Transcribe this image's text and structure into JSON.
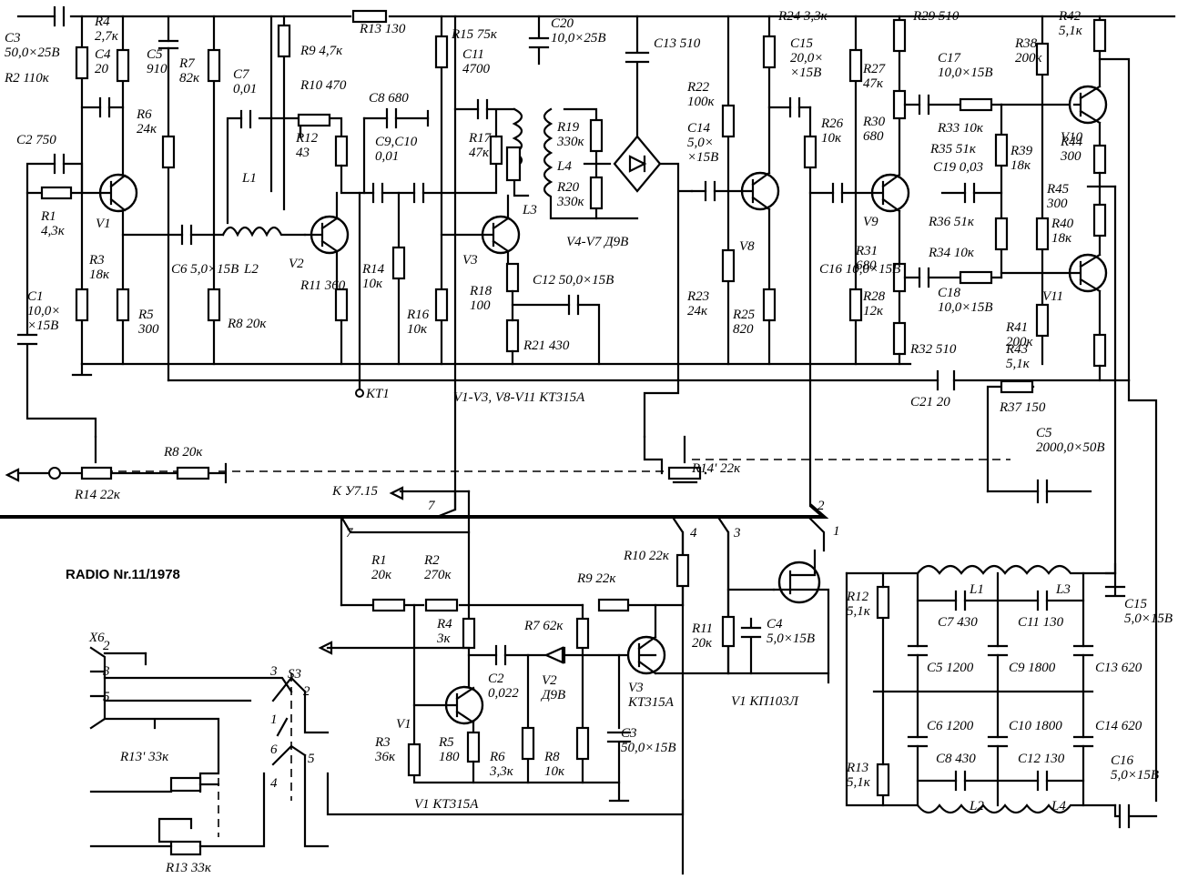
{
  "caption": "RADIO Nr.11/1978",
  "connector": "X6",
  "output_label": "К У7.15",
  "test_point": "КТ1",
  "transistor_notes": {
    "upper": "V1-V3, V8-V11  КТ315А",
    "lower": "V1  КТ315А"
  },
  "upper_components": {
    "C3": "C3\n50,0×25В",
    "R4": "R4\n2,7к",
    "C4": "C4\n20",
    "C5": "C5\n910",
    "R7": "R7\n82к",
    "C7": "C7\n0,01",
    "R9": "R9 4,7к",
    "R13": "R13 130",
    "R2": "R2 110к",
    "R6": "R6\n24к",
    "R10": "R10 470",
    "C8": "C8 680",
    "C2": "C2 750",
    "L1": "L1",
    "R12": "R12\n43",
    "C9": "C9,C10\n0,01",
    "R1": "R1\n4,3к",
    "V1": "V1",
    "L2": "L2",
    "V2": "V2",
    "C6": "C6 5,0×15В",
    "R3": "R3\n18к",
    "R5": "R5\n300",
    "R8": "R8 20к",
    "R11": "R11 360",
    "C1": "C1\n10,0×\n×15В",
    "R14": "R14\n10к",
    "R16": "R16\n10к",
    "R15": "R15 75к",
    "C11": "C11\n4700",
    "R17": "R17\n47к",
    "L3": "L3",
    "V3": "V3",
    "R18": "R18\n100",
    "C12": "C12 50,0×15В",
    "R21": "R21 430",
    "C20": "C20\n10,0×25В",
    "C13": "C13 510",
    "R19": "R19\n330к",
    "L4": "L4",
    "R20": "R20\n330к",
    "V4V7": "V4-V7 Д9В",
    "R22": "R22\n100к",
    "C14": "C14\n5,0×\n×15В",
    "V8": "V8",
    "R23": "R23\n24к",
    "R25": "R25\n820",
    "R24": "R24 3,3к",
    "C15": "C15\n20,0×\n×15В",
    "R26": "R26\n10к",
    "C16": "C16 10,0×15В",
    "R27": "R27\n47к",
    "R30": "R30\n680",
    "V9": "V9",
    "R31": "R31\n680",
    "R28": "R28\n12к",
    "R32": "R32 510",
    "R29": "R29 510",
    "C17": "C17\n10,0×15В",
    "R33": "R33 10к",
    "R35": "R35 51к",
    "C19": "C19 0,03",
    "R36": "R36 51к",
    "R34": "R34 10к",
    "C18": "C18\n10,0×15В",
    "R38": "R38\n200к",
    "R39": "R39\n18к",
    "R42": "R42\n5,1к",
    "V10": "V10",
    "R44": "R44\n300",
    "R45": "R45\n300",
    "R40": "R40\n18к",
    "V11": "V11",
    "R41": "R41\n200к",
    "R43": "R43\n5,1к",
    "C21": "C21 20",
    "R37": "R37 150",
    "C5b": "C5\n2000,0×50В",
    "R14b": "R14 22к",
    "R8b": "R8 20к",
    "R14p": "R14' 22к"
  },
  "lower_components": {
    "R1": "R1\n20к",
    "R2": "R2\n270к",
    "R10": "R10 22к",
    "R9": "R9 22к",
    "R4": "R4\n3к",
    "R7": "R7 62к",
    "C2": "C2\n0,022",
    "V2": "V2\nД9В",
    "V3": "V3\nКТ315А",
    "C3": "C3\n50,0×15В",
    "R11": "R11\n20к",
    "C4": "C4\n5,0×15В",
    "V1f": "V1  КП103Л",
    "V1": "V1",
    "R3": "R3\n36к",
    "R5": "R5\n180",
    "R6": "R6\n3,3к",
    "R8": "R8\n10к",
    "S3": "S3",
    "R13p": "R13' 33к",
    "R13": "R13 33к"
  },
  "filter_components": {
    "R12": "R12\n5,1к",
    "R13": "R13\n5,1к",
    "C7": "C7  430",
    "L1": "L1",
    "C11": "C11  130",
    "L3": "L3",
    "C15": "C15\n5,0×15В",
    "C5": "C5 1200",
    "C9": "C9 1800",
    "C13": "C13 620",
    "C6": "C6 1200",
    "C10": "C10 1800",
    "C14": "C14 620",
    "C8": "C8 430",
    "C12": "C12 130",
    "C16": "C16\n5,0×15В",
    "L2": "L2",
    "L4": "L4"
  },
  "bus_pins": [
    "7",
    "7",
    "4",
    "3",
    "2",
    "1"
  ],
  "switch_pins": [
    "3",
    "2",
    "1",
    "6",
    "5",
    "4"
  ],
  "jack_pins": [
    "2",
    "3",
    "5"
  ]
}
